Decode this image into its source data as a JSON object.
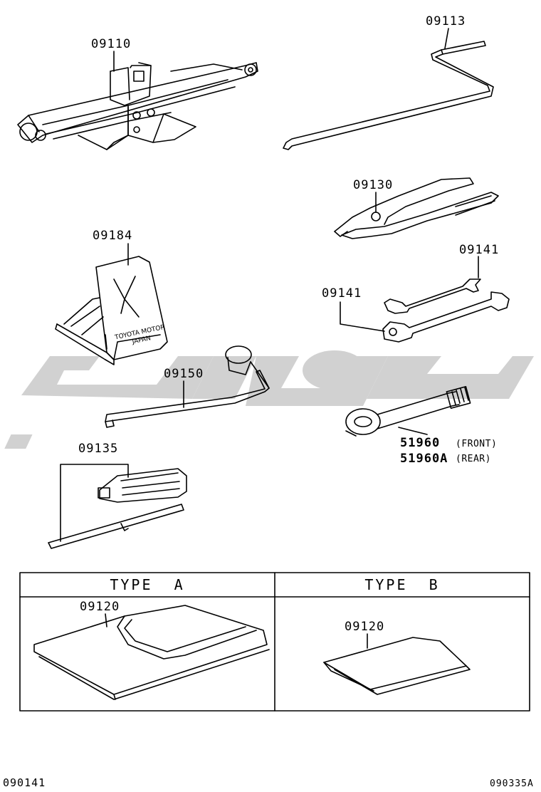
{
  "parts": {
    "jack": "09110",
    "jack_handle": "09113",
    "pliers": "09130",
    "wrench_upper": "09141",
    "wrench_lower": "09141",
    "wheel_chock": "09184",
    "chock_text_line1": "TOYOTA MOTOR",
    "chock_text_line2": "JAPAN",
    "lug_wrench": "09150",
    "screwdriver": "09135",
    "towing_eye_front": "51960",
    "towing_eye_front_note": "(FRONT)",
    "towing_eye_rear": "51960A",
    "towing_eye_rear_note": "(REAR)"
  },
  "type_table": {
    "type_a_header": "TYPE  A",
    "type_b_header": "TYPE  B",
    "type_a_part": "09120",
    "type_b_part": "09120"
  },
  "footer": {
    "left_code": "090141",
    "right_code": "090335A"
  },
  "colors": {
    "ink": "#000000",
    "watermark": "#c8c8c8"
  }
}
